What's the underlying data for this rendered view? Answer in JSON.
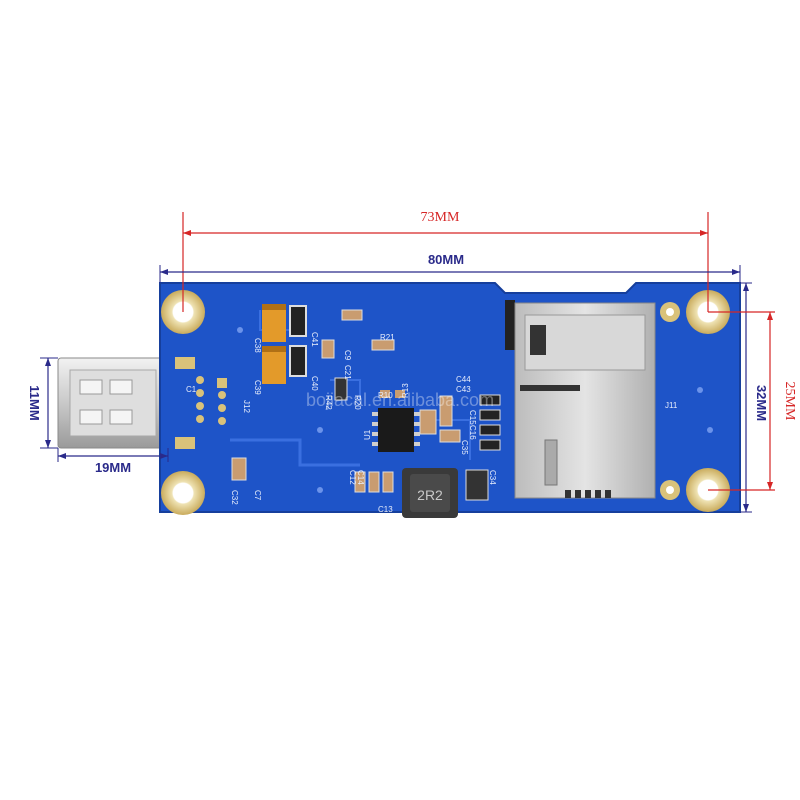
{
  "dimensions": {
    "mount_hole_spacing": "73MM",
    "board_length": "80MM",
    "usb_plug_height": "11MM",
    "usb_plug_length": "19MM",
    "board_width": "32MM",
    "mount_hole_vertical": "25MM"
  },
  "watermark": "bojiacal.en.alibaba.com",
  "silkscreen": {
    "j12": "J12",
    "j11": "J11",
    "u1": "U1",
    "inductor": "2R2",
    "c38": "C38",
    "c39": "C39",
    "c40": "C40",
    "c41": "C41",
    "c9": "C9",
    "c21": "C21",
    "r21": "R21",
    "r10": "R10",
    "r13": "R13",
    "r42": "R42",
    "r20": "R20",
    "c12": "C12",
    "c14": "C14",
    "c13": "C13",
    "c32": "C32",
    "c7": "C7",
    "c43": "C43",
    "c44": "C44",
    "c34": "C34",
    "c35": "C35",
    "c15": "C15",
    "c16": "C16",
    "c1": "C1"
  },
  "colors": {
    "pcb_blue": "#1e54c8",
    "pcb_blue_dark": "#163f9c",
    "dimension_red": "#d62626",
    "dimension_blue": "#2a2a8a",
    "gold_pad": "#d9c27a",
    "usb_metal": "#d8d8d8"
  }
}
